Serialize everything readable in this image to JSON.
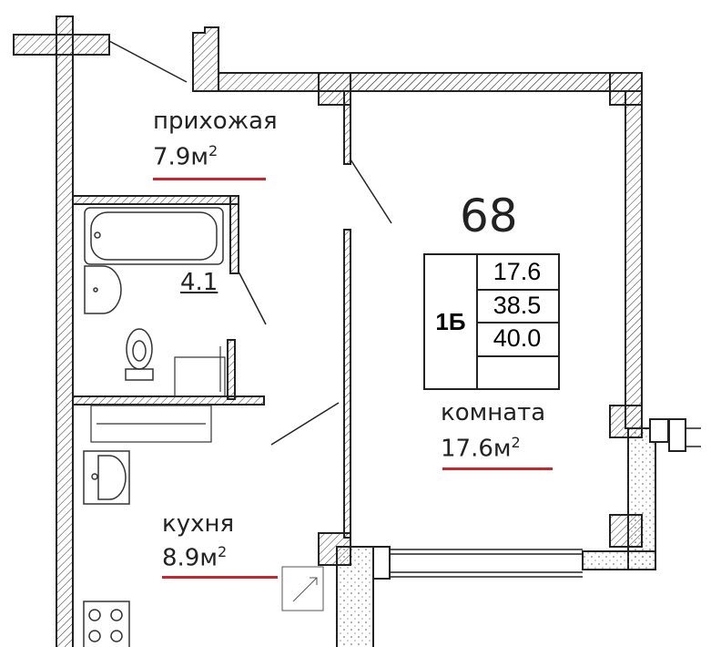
{
  "apartment_number": "68",
  "info_table": {
    "type": "1Б",
    "living_area": "17.6",
    "total_area": "38.5",
    "area_with_balcony": "40.0",
    "empty_row": ""
  },
  "rooms": [
    {
      "name": "прихожая",
      "area": "7.9",
      "unit": "м",
      "sup": "2"
    },
    {
      "name": "комната",
      "area": "17.6",
      "unit": "м",
      "sup": "2"
    },
    {
      "name": "кухня",
      "area": "8.9",
      "unit": "м",
      "sup": "2"
    }
  ],
  "bathroom_area": "4.1",
  "colors": {
    "underline": "#c8252c",
    "wall": "#222222"
  }
}
